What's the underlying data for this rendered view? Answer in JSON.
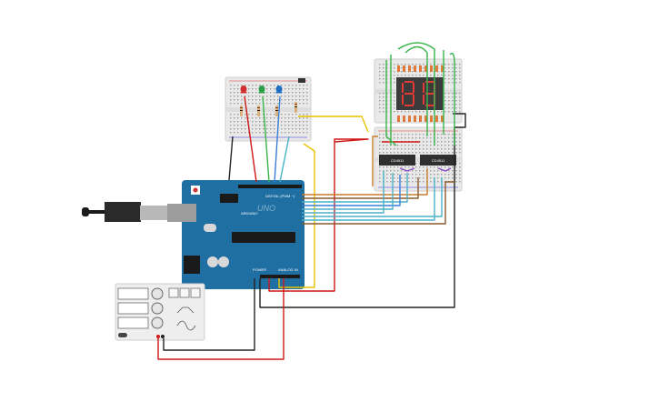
{
  "canvas": {
    "background": "#ffffff"
  },
  "arduino": {
    "model_label": "UNO",
    "brand_label": "ARDUINO",
    "digital_header_label": "DIGITAL (PWM ~)",
    "power_header_label": "POWER",
    "analog_header_label": "ANALOG IN",
    "board_color": "#1f6fa3"
  },
  "decoders": [
    {
      "chip_label": "CD4511"
    },
    {
      "chip_label": "CD4511"
    }
  ],
  "leds": [
    {
      "color": "#d32f2f"
    },
    {
      "color": "#2e9e4a"
    },
    {
      "color": "#1e6fc4"
    }
  ],
  "display": {
    "digit_count": 2,
    "segment_color": "#e53935"
  },
  "wire_colors": {
    "red": "#d01616",
    "black": "#222222",
    "yellow": "#e8c400",
    "green": "#39b54a",
    "cyan": "#4ab0c8",
    "orange": "#c87b2e",
    "brown": "#8a5a2b",
    "blue": "#3a7fd6",
    "purple": "#8a4ac8"
  }
}
